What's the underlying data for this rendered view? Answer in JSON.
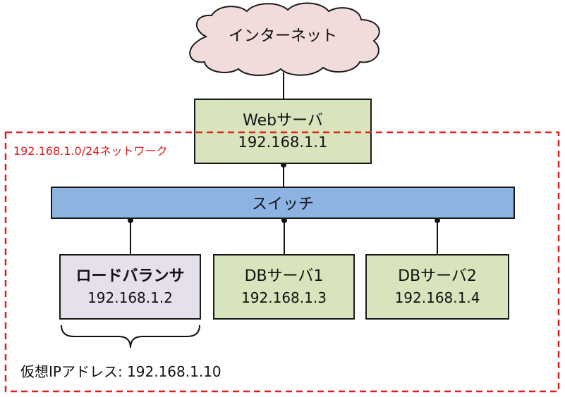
{
  "internet": {
    "label": "インターネット"
  },
  "network": {
    "label": "192.168.1.0/24ネットワーク"
  },
  "web_server": {
    "name": "Webサーバ",
    "ip": "192.168.1.1"
  },
  "switch": {
    "label": "スイッチ"
  },
  "load_balancer": {
    "name": "ロードバランサ",
    "ip": "192.168.1.2"
  },
  "db_server_1": {
    "name": "DBサーバ1",
    "ip": "192.168.1.3"
  },
  "db_server_2": {
    "name": "DBサーバ2",
    "ip": "192.168.1.4"
  },
  "virtual_ip": {
    "label": "仮想IPアドレス: 192.168.1.10"
  },
  "colors": {
    "cloud_fill": "#f2dcdb",
    "server_fill": "#d8e4bc",
    "load_balancer_fill": "#e6e0ec",
    "switch_fill": "#8db3e2",
    "network_border": "#e0201f"
  }
}
